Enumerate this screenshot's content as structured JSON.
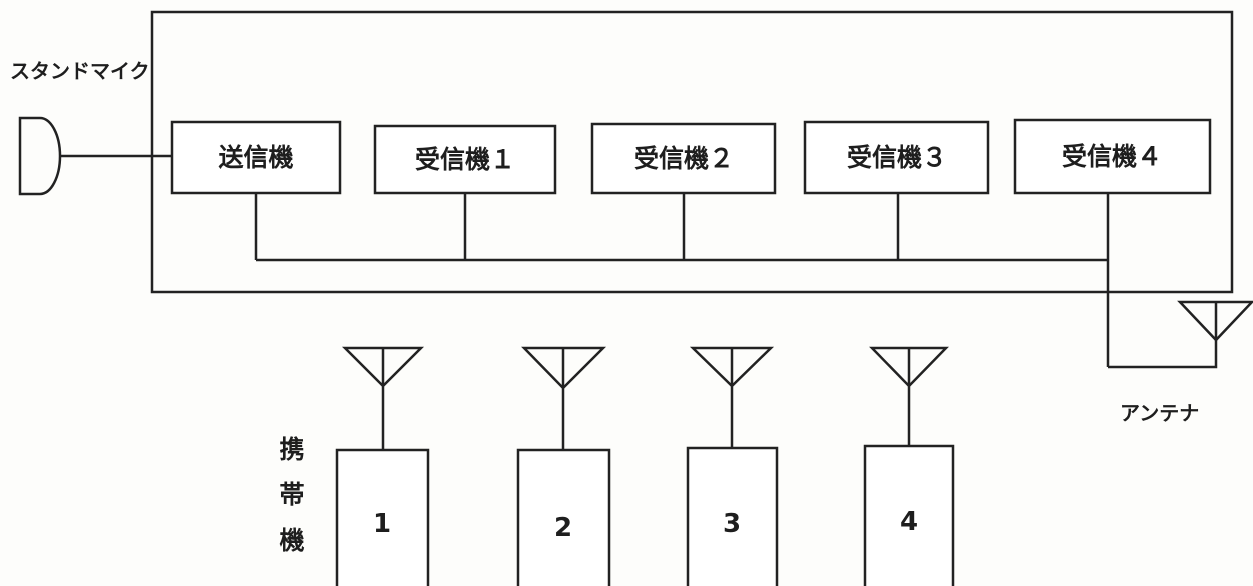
{
  "labels": {
    "stand_mic": "スタンドマイク",
    "transmitter": "送信機",
    "receiver_1": "受信機１",
    "receiver_2": "受信機２",
    "receiver_3": "受信機３",
    "receiver_4": "受信機４",
    "antenna": "アンテナ",
    "handset_title": [
      "携",
      "帯",
      "機"
    ],
    "handsets": [
      "1",
      "2",
      "3",
      "4"
    ]
  },
  "colors": {
    "line": "#222222",
    "text": "#1e1e1e",
    "background": "#fdfdfb"
  }
}
